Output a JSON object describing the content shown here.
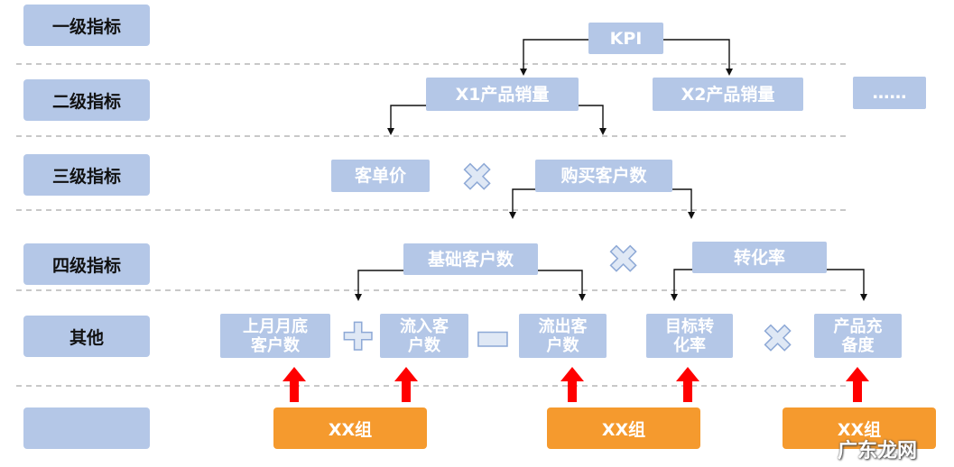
{
  "levels": [
    "一级指标",
    "二级指标",
    "三级指标",
    "四级指标",
    "其他",
    ""
  ],
  "nodes": {
    "kpi": "KPI",
    "x1": "X1产品销量",
    "x2": "X2产品销量",
    "more": "……",
    "unit_price": "客单价",
    "buyers": "购买客户数",
    "base_customers": "基础客户数",
    "conversion": "转化率",
    "last_month_l1": "上月月底",
    "last_month_l2": "客户数",
    "inflow_l1": "流入客",
    "inflow_l2": "户数",
    "outflow_l1": "流出客",
    "outflow_l2": "户数",
    "target_conv_l1": "目标转",
    "target_conv_l2": "化率",
    "stock_l1": "产品充",
    "stock_l2": "备度"
  },
  "operators": {
    "multiply_1": "✖",
    "multiply_2": "✖",
    "plus": "✚",
    "minus": "▬",
    "multiply_3": "✖"
  },
  "groups": [
    "XX组",
    "XX组",
    "XX组"
  ],
  "watermark": "广东龙网",
  "colors": {
    "level_fill": "#b4c7e7",
    "group_fill": "#f59a2e",
    "arrow_red": "#ff0000",
    "divider": "#a6a6a6"
  }
}
